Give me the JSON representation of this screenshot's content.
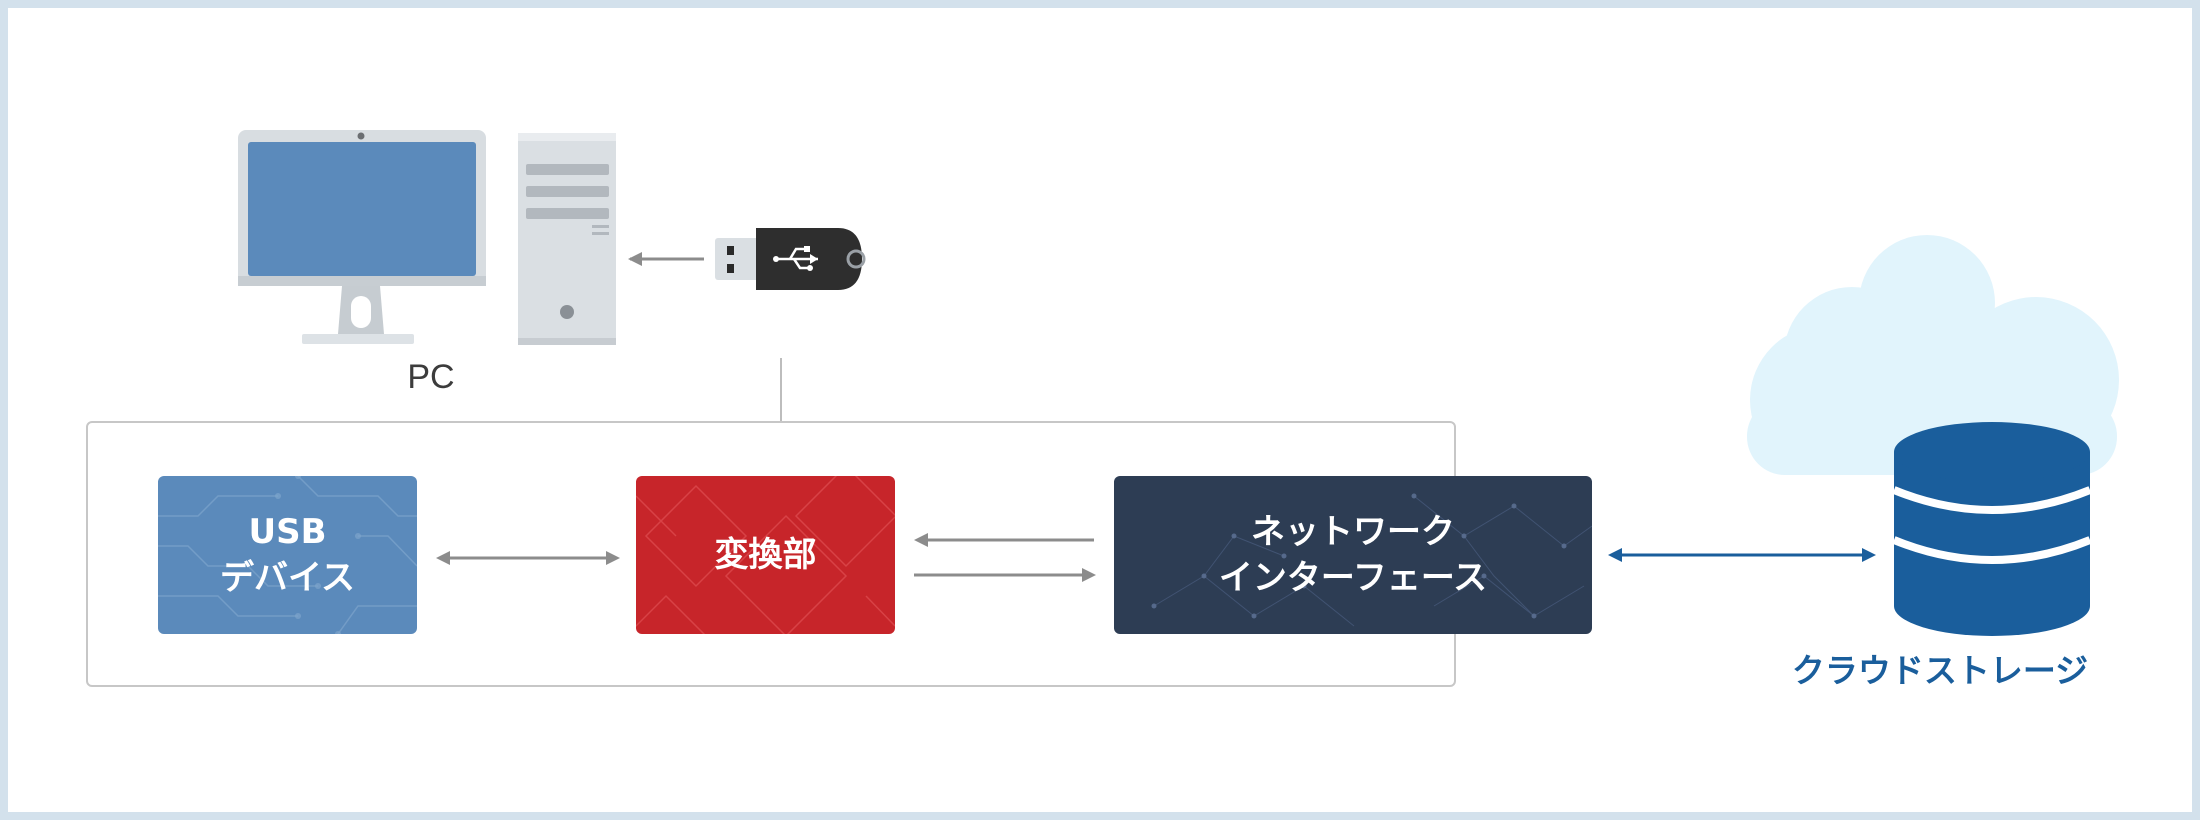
{
  "pc": {
    "label": "PC"
  },
  "blocks": {
    "usb_device": {
      "line1": "USB",
      "line2": "デバイス",
      "color": "#5b8abb"
    },
    "converter": {
      "line1": "変換部",
      "color": "#c7252a"
    },
    "network_interface": {
      "line1": "ネットワーク",
      "line2": "インターフェース",
      "color": "#2d3d54"
    }
  },
  "cloud_storage": {
    "label": "クラウドストレージ",
    "color": "#1a5e9c"
  },
  "icons": {
    "monitor": "monitor-icon",
    "tower": "pc-tower-icon",
    "usb_stick": "usb-stick-icon",
    "cloud": "cloud-icon",
    "database": "database-icon"
  }
}
